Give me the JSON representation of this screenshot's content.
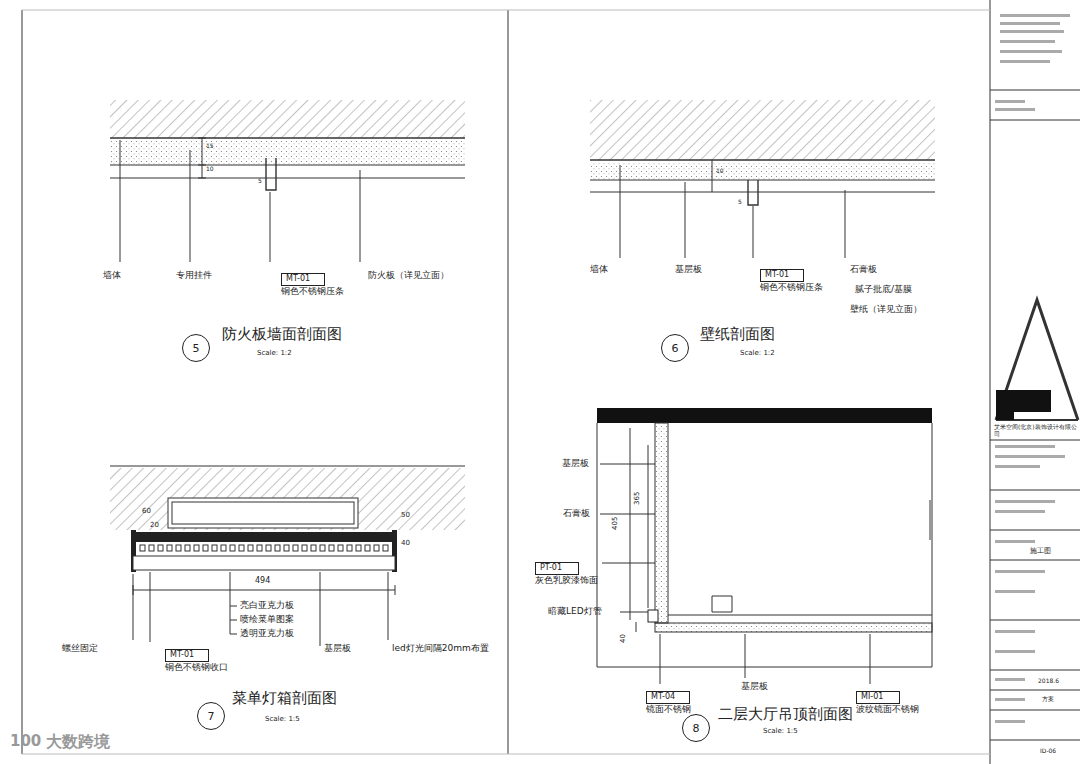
{
  "diagram": {
    "nodes": [
      {
        "text": [
          "MT-01",
          "铜色不锈钢压条"
        ]
      },
      {
        "text": [
          "5"
        ]
      },
      {
        "text": [
          "MT-01",
          "铜色不锈钢压条"
        ]
      },
      {
        "text": [
          "6"
        ]
      },
      {
        "text": [
          "MT-01",
          "铜色不锈钢收口"
        ]
      },
      {
        "text": [
          "7"
        ]
      },
      {
        "text": [
          "PT-01",
          "灰色乳胶漆饰面"
        ]
      },
      {
        "text": [
          "MT-04",
          "镜面不锈钢"
        ]
      },
      {
        "text": [
          "MI-01",
          "波纹镜面不锈钢"
        ]
      },
      {
        "text": [
          "8"
        ]
      }
    ],
    "labels": [
      "墙体",
      "专用挂件",
      "防火板（详见立面）",
      "15",
      "10",
      "5",
      "防火板墙面剖面图",
      "Scale: 1:2",
      "墙体",
      "基层板",
      "石膏板",
      "腻子批底/基膜",
      "壁纸（详见立面）",
      "10",
      "5",
      "壁纸剖面图",
      "Scale: 1:2",
      "60",
      "20",
      "494",
      "40",
      "50",
      "亮白亚克力板",
      "喷绘菜单图案",
      "透明亚克力板",
      "基层板",
      "led灯光间隔20mm布置",
      "螺丝固定",
      "菜单灯箱剖面图",
      "Scale: 1:5",
      "基层板",
      "石膏板",
      "暗藏LED灯管",
      "405",
      "365",
      "40",
      "基层板",
      "二层大厅吊顶剖面图",
      "Scale: 1:5",
      "艾米空间(北京)装饰设计有限公司",
      "施工图",
      "2018.6",
      "方案",
      "ID-06",
      "100",
      "大数跨境"
    ]
  }
}
